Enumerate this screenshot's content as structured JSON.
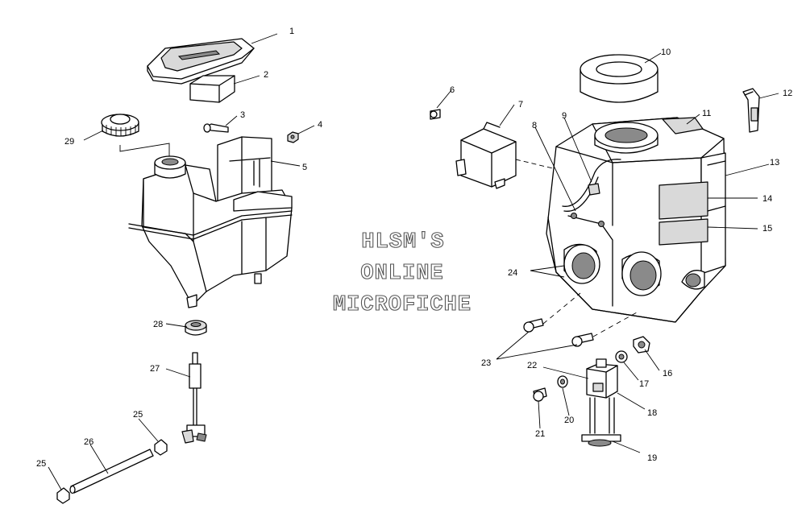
{
  "watermark": {
    "line1": "HLSM'S",
    "line2": "ONLINE",
    "line3": "MICROFICHE"
  },
  "callouts": {
    "c1": "1",
    "c2": "2",
    "c3": "3",
    "c4": "4",
    "c5": "5",
    "c6": "6",
    "c7": "7",
    "c8": "8",
    "c9": "9",
    "c10": "10",
    "c11": "11",
    "c12": "12",
    "c13": "13",
    "c14": "14",
    "c15": "15",
    "c16": "16",
    "c17": "17",
    "c18": "18",
    "c19": "19",
    "c20": "20",
    "c21": "21",
    "c22": "22",
    "c23": "23",
    "c24": "24",
    "c25a": "25",
    "c25b": "25",
    "c26": "26",
    "c27": "27",
    "c28": "28",
    "c29": "29"
  },
  "colors": {
    "line": "#000000",
    "background": "#ffffff",
    "shade": "#d9d9d9"
  }
}
